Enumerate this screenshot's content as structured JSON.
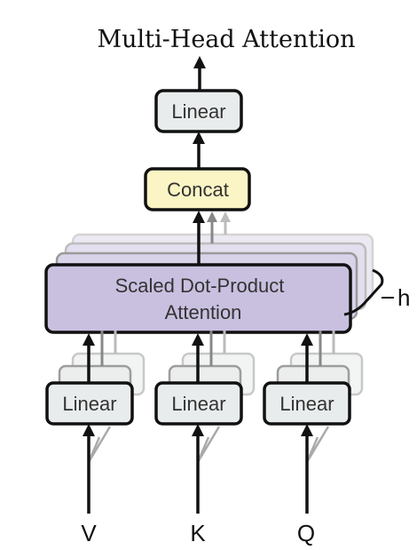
{
  "title": "Multi-Head Attention",
  "blocks": {
    "linear_out": "Linear",
    "concat": "Concat",
    "attention_line1": "Scaled Dot-Product",
    "attention_line2": "Attention",
    "linear_v": "Linear",
    "linear_k": "Linear",
    "linear_q": "Linear"
  },
  "heads_label": "h",
  "inputs": {
    "v": "V",
    "k": "K",
    "q": "Q"
  },
  "colors": {
    "linear_fill": "#e9ecec",
    "concat_fill": "#fbf4c4",
    "attention_fill": "#c9c0e0",
    "stroke": "#111111"
  }
}
